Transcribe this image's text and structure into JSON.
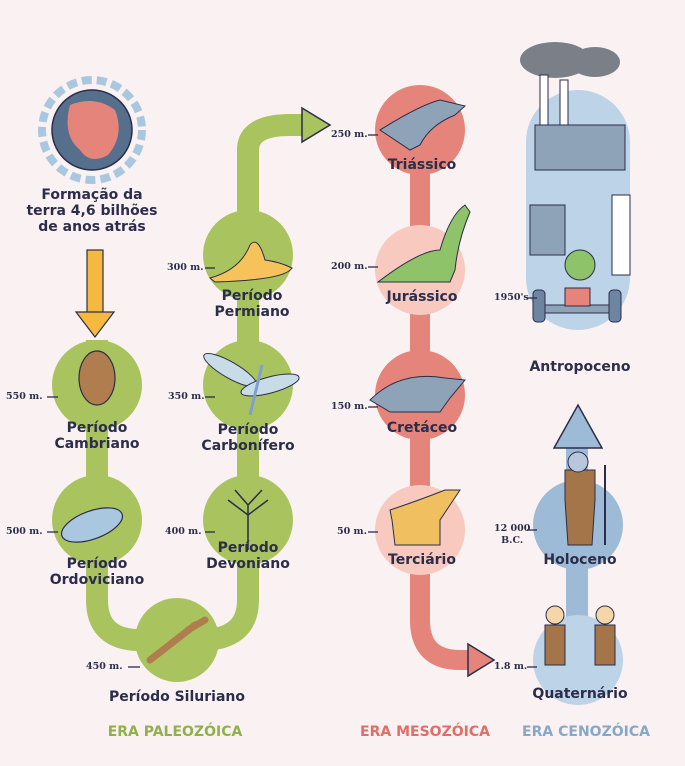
{
  "colors": {
    "background": "#faf2f2",
    "paleozoic": "#a9c45e",
    "mesozoic": "#e5847a",
    "mesozoic_light": "#f7c9bf",
    "cenozoic": "#9dbad6",
    "cenozoic_light": "#bcd3e8",
    "text": "#2b2d4a",
    "arrow_yellow": "#f6b940"
  },
  "intro": {
    "line1": "Formação da",
    "line2": "terra 4,6 bilhões",
    "line3": "de anos atrás"
  },
  "paleozoic": {
    "era_label": "ERA PALEOZÓICA",
    "periods": [
      {
        "line1": "Período",
        "line2": "Cambriano",
        "time": "550 m.",
        "icon": "trilobite-icon"
      },
      {
        "line1": "Período",
        "line2": "Ordoviciano",
        "time": "500 m.",
        "icon": "fish-icon"
      },
      {
        "line1": "Período Siluriano",
        "line2": "",
        "time": "450 m.",
        "icon": "scorpion-icon"
      },
      {
        "line1": "Período",
        "line2": "Devoniano",
        "time": "400 m.",
        "icon": "fern-icon"
      },
      {
        "line1": "Período",
        "line2": "Carbonífero",
        "time": "350 m.",
        "icon": "dragonfly-icon"
      },
      {
        "line1": "Período",
        "line2": "Permiano",
        "time": "300 m.",
        "icon": "dimetrodon-icon"
      }
    ]
  },
  "mesozoic": {
    "era_label": "ERA MESOZÓICA",
    "periods": [
      {
        "label": "Triássico",
        "time": "250 m.",
        "icon": "t-rex-icon"
      },
      {
        "label": "Jurássico",
        "time": "200 m.",
        "icon": "brachiosaurus-icon"
      },
      {
        "label": "Cretáceo",
        "time": "150 m.",
        "icon": "triceratops-icon"
      },
      {
        "label": "Terciário",
        "time": "50 m.",
        "icon": "horse-icon"
      }
    ]
  },
  "cenozoic": {
    "era_label": "ERA CENOZÓICA",
    "periods": [
      {
        "label": "Antropoceno",
        "time": "1950's",
        "icon": "factory-icon"
      },
      {
        "label": "Holoceno",
        "time_line1": "12 000",
        "time_line2": "B.C.",
        "icon": "hunter-icon"
      },
      {
        "label": "Quaternário",
        "time": "1.8 m.",
        "icon": "cavemen-icon"
      }
    ]
  }
}
